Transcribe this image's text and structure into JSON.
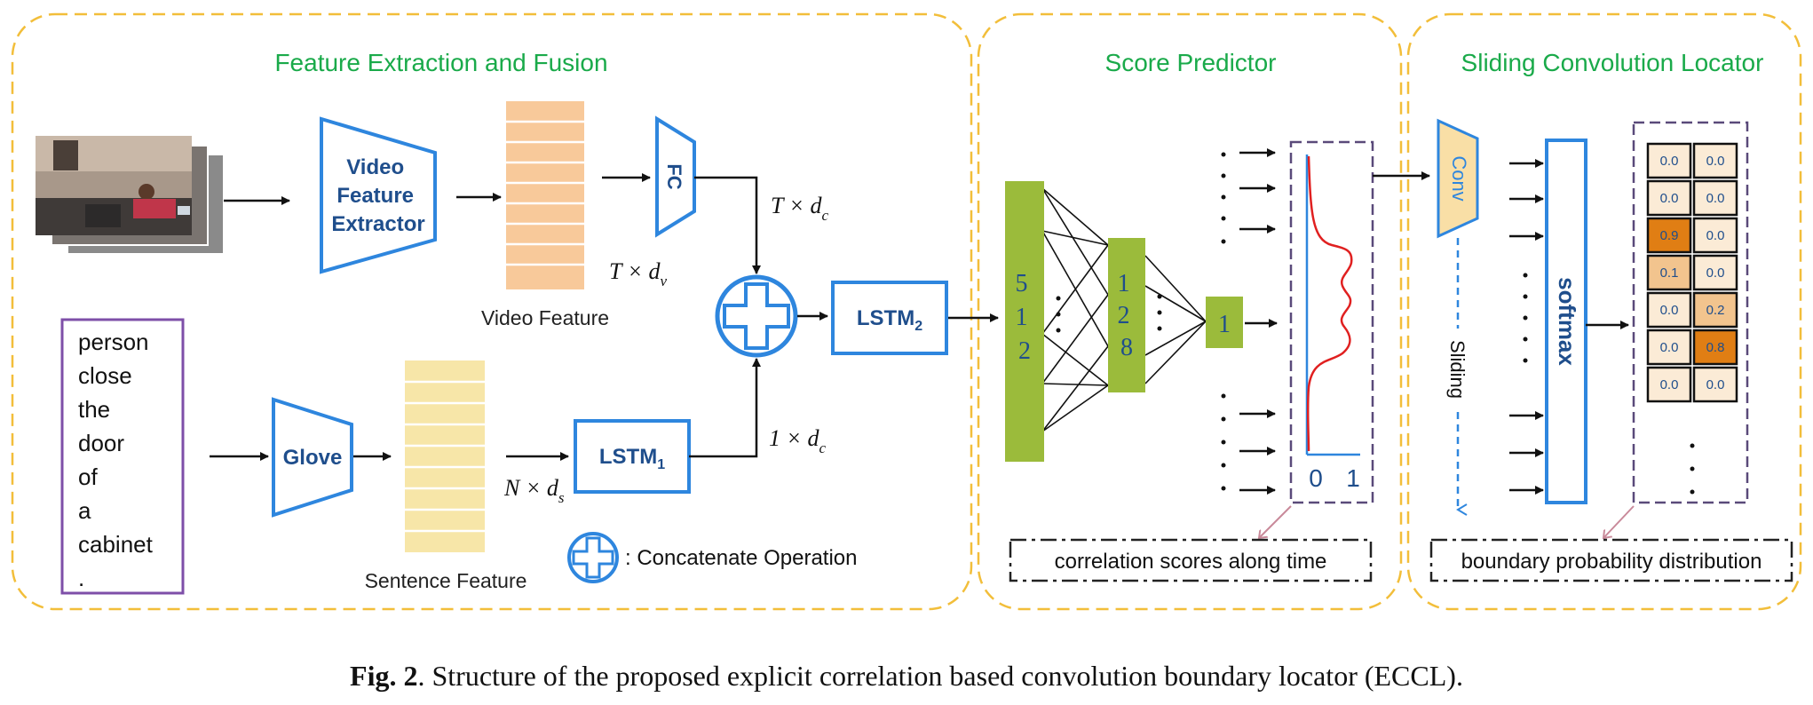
{
  "colors": {
    "panel_border": "#F2BE3A",
    "title_green": "#1AAA4A",
    "module_blue": "#2E86DE",
    "text_blue": "#1F4E8C",
    "video_feature": "#F8C99A",
    "sentence_feature": "#F7E6A8",
    "layer_green": "#9BBB3B",
    "caption_box": "#222222",
    "purple_box": "#5A4A7A",
    "curve_red": "#E02020",
    "cell_light": "#FBEBD6",
    "cell_mid": "#F2C48E",
    "cell_dark": "#E07E14",
    "conv_fill": "#F9DFA6"
  },
  "panels": {
    "fusion": {
      "title": "Feature Extraction and Fusion"
    },
    "score": {
      "title": "Score Predictor"
    },
    "locator": {
      "title": "Sliding Convolution Locator"
    }
  },
  "fusion": {
    "video_extractor": [
      "Video",
      "Feature",
      "Extractor"
    ],
    "video_feature_label": "Video Feature",
    "video_dim": {
      "base": "T × d",
      "sub": "v"
    },
    "fc_label": "FC",
    "fc_dim": {
      "base": "T × d",
      "sub": "c"
    },
    "sentence_words": [
      "person",
      "close",
      "the",
      "door",
      "of",
      "a",
      "cabinet",
      "."
    ],
    "glove_label": "Glove",
    "sentence_feature_label": "Sentence Feature",
    "sentence_dim": {
      "base": "N × d",
      "sub": "s"
    },
    "lstm1": {
      "base": "LSTM",
      "sub": "1"
    },
    "lstm1_dim": {
      "base": "1 × d",
      "sub": "c"
    },
    "lstm2": {
      "base": "LSTM",
      "sub": "2"
    },
    "legend_label": ": Concatenate Operation",
    "video_frame_icon": "video-frames-icon",
    "concat_icon": "concat-plus-icon"
  },
  "score": {
    "layer1_digits": [
      "5",
      "1",
      "2"
    ],
    "layer2_digits": [
      "1",
      "2",
      "8"
    ],
    "layer3_digits": [
      "1"
    ],
    "axis_ticks": [
      "0",
      "1"
    ],
    "caption": "correlation scores along time"
  },
  "locator": {
    "conv_label": "Conv",
    "sliding_label": "Sliding",
    "softmax_label": "softmax",
    "grid": [
      [
        "0.0",
        "0.0"
      ],
      [
        "0.0",
        "0.0"
      ],
      [
        "0.9",
        "0.0"
      ],
      [
        "0.1",
        "0.0"
      ],
      [
        "0.0",
        "0.2"
      ],
      [
        "0.0",
        "0.8"
      ],
      [
        "0.0",
        "0.0"
      ]
    ],
    "grid_levels": [
      [
        0,
        0
      ],
      [
        0,
        0
      ],
      [
        2,
        0
      ],
      [
        1,
        0
      ],
      [
        0,
        1
      ],
      [
        0,
        2
      ],
      [
        0,
        0
      ]
    ],
    "caption": "boundary probability distribution"
  },
  "figure_caption": {
    "label": "Fig. 2",
    "text": ". Structure of the proposed explicit correlation based convolution boundary locator (ECCL)."
  }
}
